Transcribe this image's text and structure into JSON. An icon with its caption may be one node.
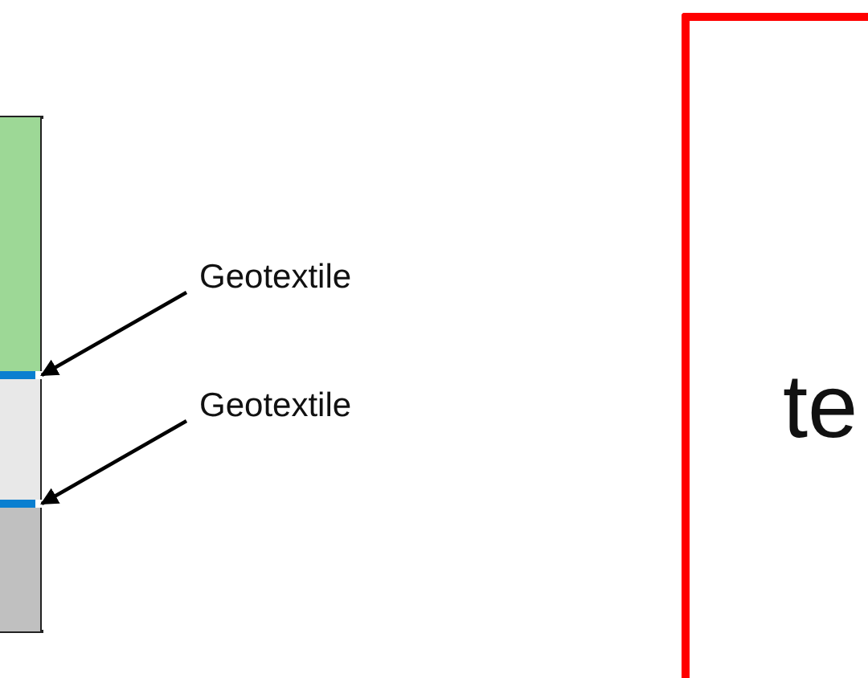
{
  "diagram": {
    "nodes": [
      {
        "text": [
          "Geotextile"
        ]
      },
      {
        "text": [
          "Geotextile"
        ]
      },
      {
        "text": [],
        "shape": "bar"
      },
      {
        "text": [],
        "shape": "bar"
      },
      {
        "text": [
          "te"
        ]
      },
      {
        "text": [],
        "shape": "box"
      },
      {
        "text": [],
        "shape": "box"
      },
      {
        "text": [],
        "shape": "box"
      }
    ],
    "edges": [
      {
        "from": 0,
        "to": 2,
        "arrow": "to"
      },
      {
        "from": 1,
        "to": 3,
        "arrow": "to"
      }
    ]
  }
}
